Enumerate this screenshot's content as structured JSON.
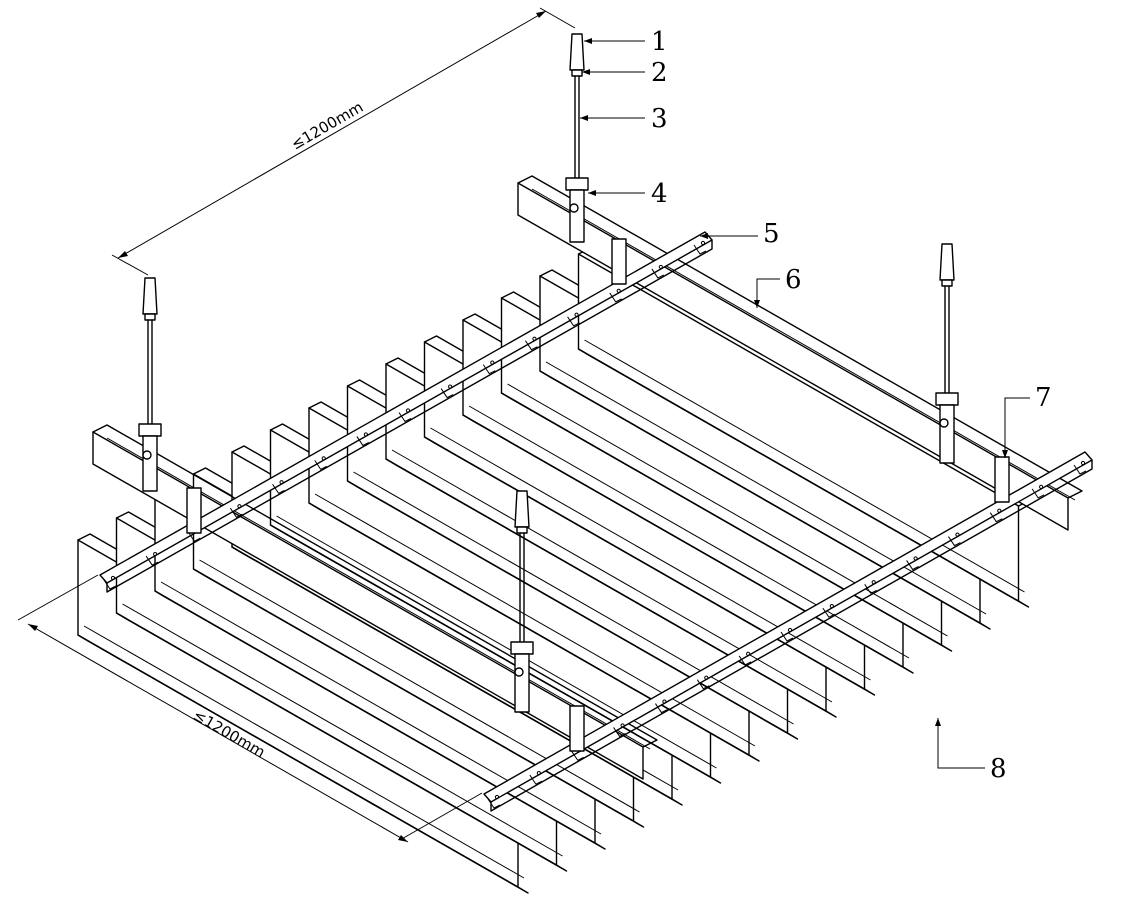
{
  "callouts": [
    "1",
    "2",
    "3",
    "4",
    "5",
    "6",
    "7",
    "8"
  ],
  "dimensions": {
    "top": "≤1200mm",
    "bottom": "≤1200mm"
  }
}
